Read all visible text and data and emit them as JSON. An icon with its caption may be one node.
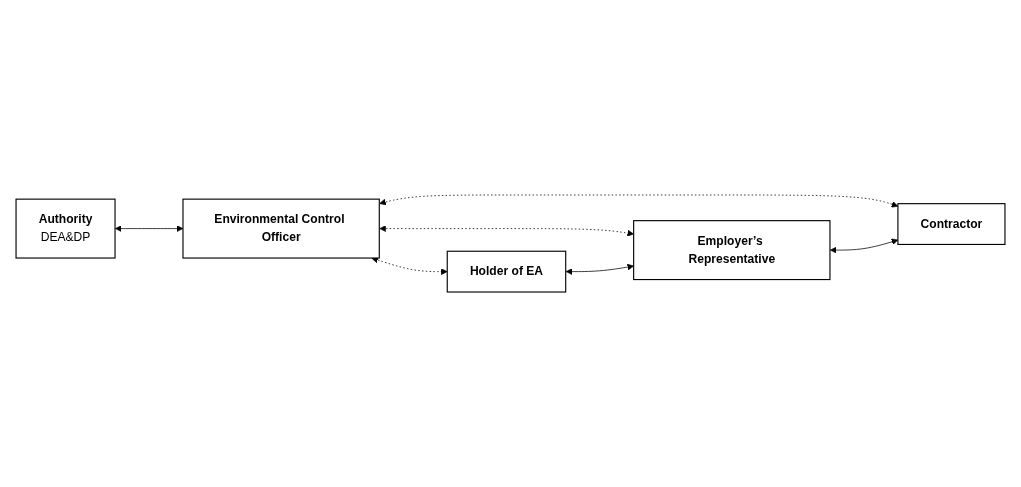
{
  "diagram": {
    "nodes": [
      {
        "text": [
          "Authority",
          "DEA&DP"
        ]
      },
      {
        "text": [
          "Holder of EA"
        ]
      },
      {
        "text": [
          "Environmental Control Officer"
        ]
      },
      {
        "text": [
          "Employer’s Representative"
        ]
      },
      {
        "text": [
          "Contractor"
        ]
      }
    ],
    "edges": [
      {
        "from": 0,
        "to": 2,
        "arrow": "both"
      },
      {
        "from": 2,
        "to": 1,
        "arrow": "both",
        "style": "dashed"
      },
      {
        "from": 2,
        "to": 3,
        "arrow": "both",
        "style": "dashed"
      },
      {
        "from": 2,
        "to": 4,
        "arrow": "both",
        "style": "dashed"
      },
      {
        "from": 1,
        "to": 3,
        "arrow": "both"
      },
      {
        "from": 3,
        "to": 4,
        "arrow": "both"
      }
    ]
  }
}
